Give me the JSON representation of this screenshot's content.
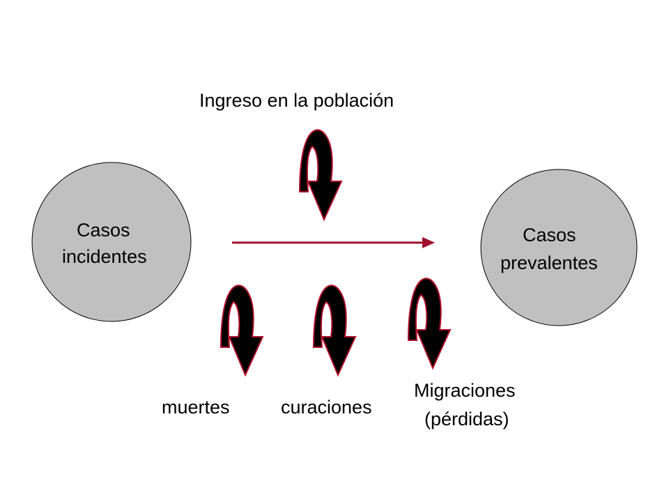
{
  "labels": {
    "top": "Ingreso en la población",
    "incident": [
      "Casos",
      "incidentes"
    ],
    "prevalent": [
      "Casos",
      "prevalentes"
    ],
    "deaths": "muertes",
    "cures": "curaciones",
    "migrations": [
      "Migraciones",
      "(pérdidas)"
    ]
  },
  "colors": {
    "circle_fill": "#c0c0c0",
    "flow_arrow": "#a0102c",
    "curved_arrow_fill": "#000000",
    "curved_arrow_outline": "#b0102a"
  }
}
